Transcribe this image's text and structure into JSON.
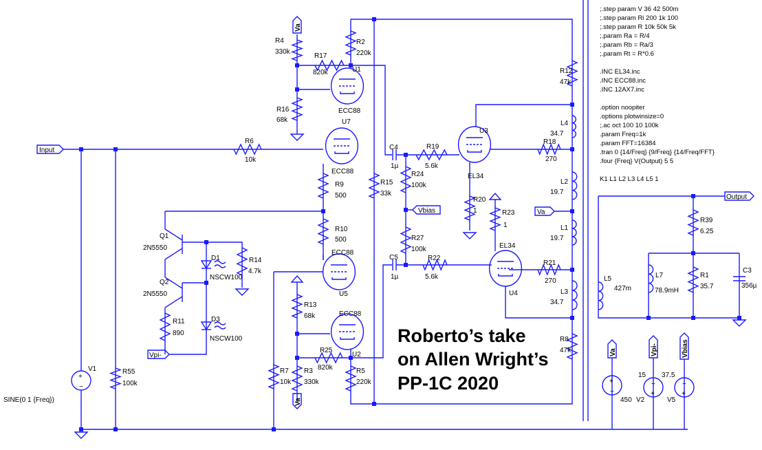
{
  "schematic": {
    "title_lines": [
      "Roberto’s take",
      "on Allen Wright’s",
      "PP-1C 2020"
    ],
    "wire_color": "#1a1aff",
    "directives": [
      ";.step param V 36 42 500m",
      ";.step param Ri 200 1k 100",
      ";.step param R 10k 50k 5k",
      ";.param Ra = R/4",
      ";.param Rb = Ra/3",
      ";.param Rt = R*0.6",
      ".INC EL34.inc",
      ".INC ECC88.inc",
      ".INC 12AX7.inc",
      ".option noopiter",
      ".options plotwinsize=0",
      ";.ac oct 100 10 100k",
      ".param Freq=1k",
      ".param FFT=16384",
      ".tran 0 {14/Freq} {9/Freq} {14/Freq/FFT}",
      ".four {Freq} V(Output) 5 5",
      "K1 L1 L2 L3 L4 L5 1"
    ],
    "nets": {
      "input": "Input",
      "output": "Output",
      "va": "Va",
      "vbias": "Vbias",
      "vpi": "Vpi-"
    },
    "components": {
      "R4": {
        "ref": "R4",
        "value": "330k"
      },
      "R2": {
        "ref": "R2",
        "value": "220k"
      },
      "R17": {
        "ref": "R17",
        "value": "820k"
      },
      "U1": {
        "ref": "U1",
        "value": "ECC88"
      },
      "R16": {
        "ref": "R16",
        "value": "68k"
      },
      "R6": {
        "ref": "R6",
        "value": "10k"
      },
      "U7": {
        "ref": "U7",
        "value": "ECC88"
      },
      "R9": {
        "ref": "R9",
        "value": "500"
      },
      "R10": {
        "ref": "R10",
        "value": "500"
      },
      "U5": {
        "ref": "U5",
        "value": "ECC88"
      },
      "R13": {
        "ref": "R13",
        "value": "68k"
      },
      "U2": {
        "ref": "U2",
        "value": "ECC88"
      },
      "R25": {
        "ref": "R25",
        "value": "820k"
      },
      "R3": {
        "ref": "R3",
        "value": "330k"
      },
      "R5": {
        "ref": "R5",
        "value": "220k"
      },
      "R7": {
        "ref": "R7",
        "value": "10k"
      },
      "R15": {
        "ref": "R15",
        "value": "33k"
      },
      "C4": {
        "ref": "C4",
        "value": "1µ"
      },
      "R19": {
        "ref": "R19",
        "value": "5.6k"
      },
      "R24": {
        "ref": "R24",
        "value": "100k"
      },
      "R20": {
        "ref": "R20",
        "value": "1"
      },
      "U3": {
        "ref": "U3",
        "value": "EL34"
      },
      "R18": {
        "ref": "R18",
        "value": "270"
      },
      "L4": {
        "ref": "L4",
        "value": "34.7"
      },
      "L2": {
        "ref": "L2",
        "value": "19.7"
      },
      "L1": {
        "ref": "L1",
        "value": "19.7"
      },
      "L3": {
        "ref": "L3",
        "value": "34.7"
      },
      "R21": {
        "ref": "R21",
        "value": "270"
      },
      "R23": {
        "ref": "R23",
        "value": "1"
      },
      "U4": {
        "ref": "U4",
        "value": "EL34"
      },
      "R27": {
        "ref": "R27",
        "value": "100k"
      },
      "C5": {
        "ref": "C5",
        "value": "1µ"
      },
      "R22": {
        "ref": "R22",
        "value": "5.6k"
      },
      "R12": {
        "ref": "R12",
        "value": "47k"
      },
      "R8": {
        "ref": "R8",
        "value": "47k"
      },
      "Q1": {
        "ref": "Q1",
        "value": "2N5550"
      },
      "Q2": {
        "ref": "Q2",
        "value": "2N5550"
      },
      "D1": {
        "ref": "D1",
        "value": "NSCW100"
      },
      "D3": {
        "ref": "D3",
        "value": "NSCW100"
      },
      "R14": {
        "ref": "R14",
        "value": "4.7k"
      },
      "R11": {
        "ref": "R11",
        "value": "890"
      },
      "V1": {
        "ref": "V1",
        "value": "SINE(0 1 {Freq})"
      },
      "R55": {
        "ref": "R55",
        "value": "100k"
      },
      "L5": {
        "ref": "L5",
        "value": "427m"
      },
      "L7": {
        "ref": "L7",
        "value": "78.9mH"
      },
      "R39": {
        "ref": "R39",
        "value": "6.25"
      },
      "R1": {
        "ref": "R1",
        "value": "35.7"
      },
      "C3": {
        "ref": "C3",
        "value": "356µ"
      },
      "Vsrc": {
        "value": "450"
      },
      "V2": {
        "ref": "V2",
        "value": "15"
      },
      "V5": {
        "ref": "V5",
        "value": "37.5"
      }
    }
  }
}
